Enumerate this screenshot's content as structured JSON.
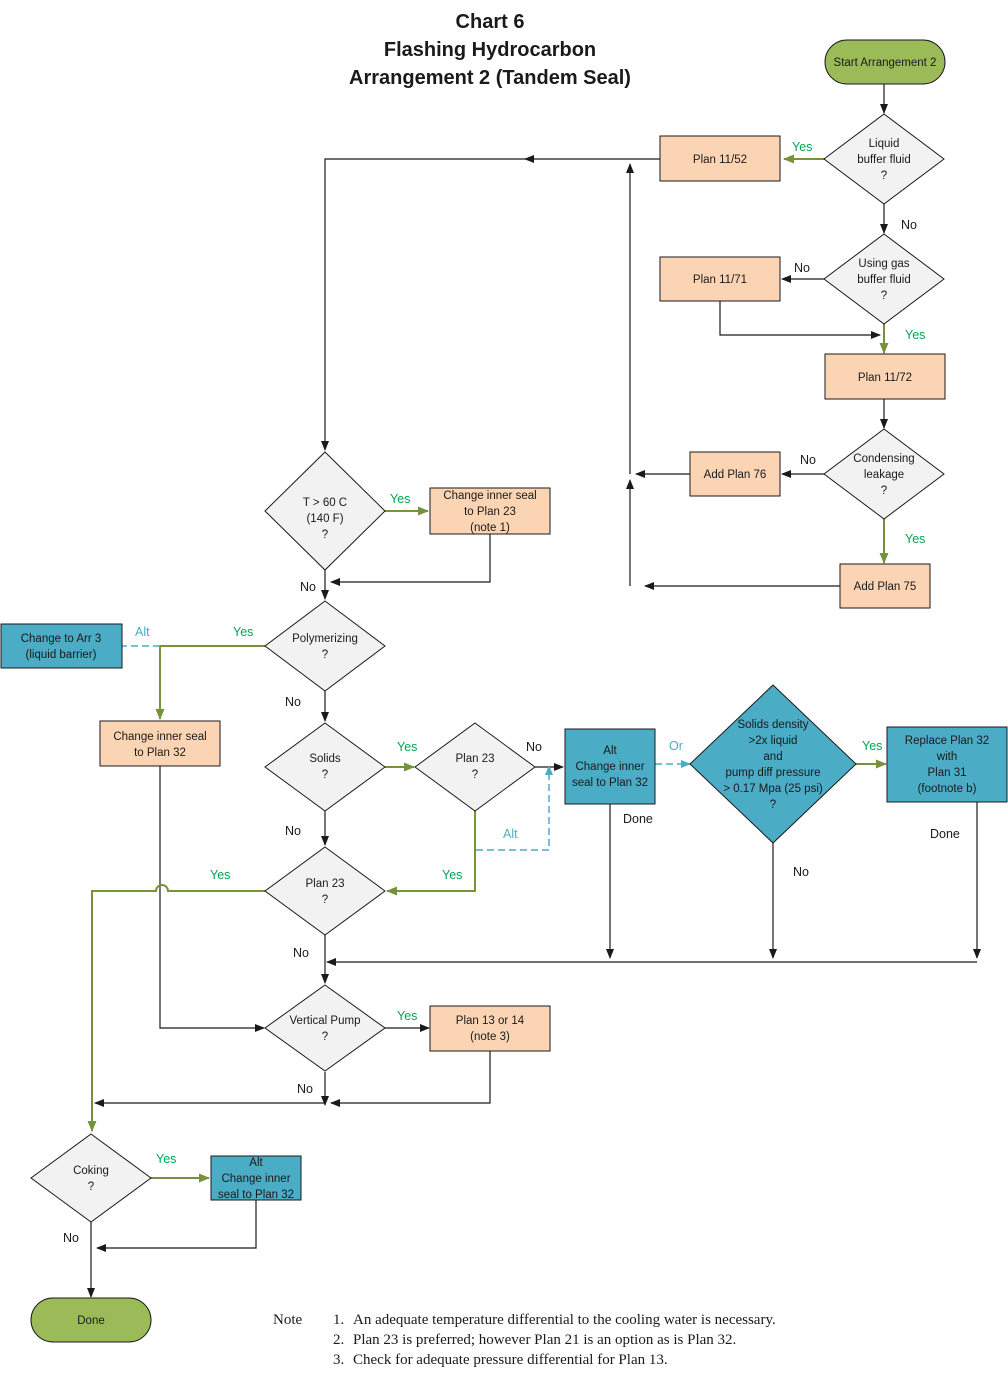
{
  "title": {
    "line1": "Chart 6",
    "line2": "Flashing Hydrocarbon",
    "line3": "Arrangement 2 (Tandem Seal)"
  },
  "colors": {
    "green": "#76923c",
    "green_text": "#00a651",
    "blue": "#4bacc6",
    "orange_fill": "#fbd4b4",
    "gray_fill": "#f2f2f2",
    "terminal_fill": "#9bbb59"
  },
  "nodes": {
    "start": "Start Arrangement 2",
    "d_liquid": [
      "Liquid",
      "buffer fluid",
      "?"
    ],
    "plan_11_52": "Plan 11/52",
    "d_gas": [
      "Using gas",
      "buffer fluid",
      "?"
    ],
    "plan_11_71": "Plan 11/71",
    "plan_11_72": "Plan 11/72",
    "d_condensing": [
      "Condensing",
      "leakage",
      "?"
    ],
    "add_plan_76": "Add Plan 76",
    "add_plan_75": "Add Plan 75",
    "d_temp": [
      "T > 60 C",
      "(140 F)",
      "?"
    ],
    "change_23": [
      "Change inner seal",
      "to Plan 23",
      "(note 1)"
    ],
    "d_polymerizing": [
      "Polymerizing",
      "?"
    ],
    "change_arr3": [
      "Change to Arr 3",
      "(liquid barrier)"
    ],
    "change_32_left": [
      "Change inner seal",
      "to Plan 32"
    ],
    "d_solids": [
      "Solids",
      "?"
    ],
    "d_plan23_right": [
      "Plan 23",
      "?"
    ],
    "alt_change_32": [
      "Alt",
      "Change inner",
      "seal to Plan 32"
    ],
    "d_density": [
      "Solids density",
      ">2x liquid",
      "and",
      "pump diff pressure",
      "> 0.17 Mpa (25 psi)",
      "?"
    ],
    "replace_32": [
      "Replace Plan 32",
      "with",
      "Plan 31",
      "(footnote b)"
    ],
    "d_plan23": [
      "Plan 23",
      "?"
    ],
    "d_vertical": [
      "Vertical Pump",
      "?"
    ],
    "plan_13_14": [
      "Plan 13 or 14",
      "(note 3)"
    ],
    "d_coking": [
      "Coking",
      "?"
    ],
    "alt_change_32_bottom": [
      "Alt",
      "Change inner",
      "seal to Plan 32"
    ],
    "done": "Done"
  },
  "labels": {
    "yes": "Yes",
    "no": "No",
    "alt": "Alt",
    "or": "Or",
    "done": "Done"
  },
  "note": {
    "heading": "Note",
    "items": [
      "An adequate temperature differential to the cooling water is necessary.",
      "Plan 23 is preferred; however Plan 21 is an option as is Plan 32.",
      "Check for adequate pressure differential for Plan 13."
    ]
  }
}
